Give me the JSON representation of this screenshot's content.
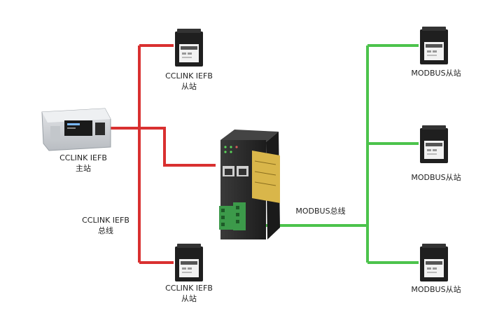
{
  "colors": {
    "cclink_bus": "#d93030",
    "modbus_bus": "#4cc34c",
    "gateway_body": "#2b2b2b",
    "gateway_panel": "#d9b64a",
    "terminal": "#3c9a4a",
    "device_body": "#1f1f1f",
    "master_body": "#cfd2d6"
  },
  "icons": {
    "master": "plc-master-icon",
    "gateway": "gateway-icon",
    "slave": "slave-device-icon"
  },
  "labels": {
    "master": {
      "line1": "CCLINK IEFB",
      "line2": "主站"
    },
    "cclink_slave_top": {
      "line1": "CCLINK IEFB",
      "line2": "从站"
    },
    "cclink_slave_bottom": {
      "line1": "CCLINK IEFB",
      "line2": "从站"
    },
    "cclink_bus": {
      "line1": "CCLINK IEFB",
      "line2": "总线"
    },
    "modbus_bus": "MODBUS总线",
    "modbus_slave_1": "MODBUS从站",
    "modbus_slave_2": "MODBUS从站",
    "modbus_slave_3": "MODBUS从站"
  }
}
